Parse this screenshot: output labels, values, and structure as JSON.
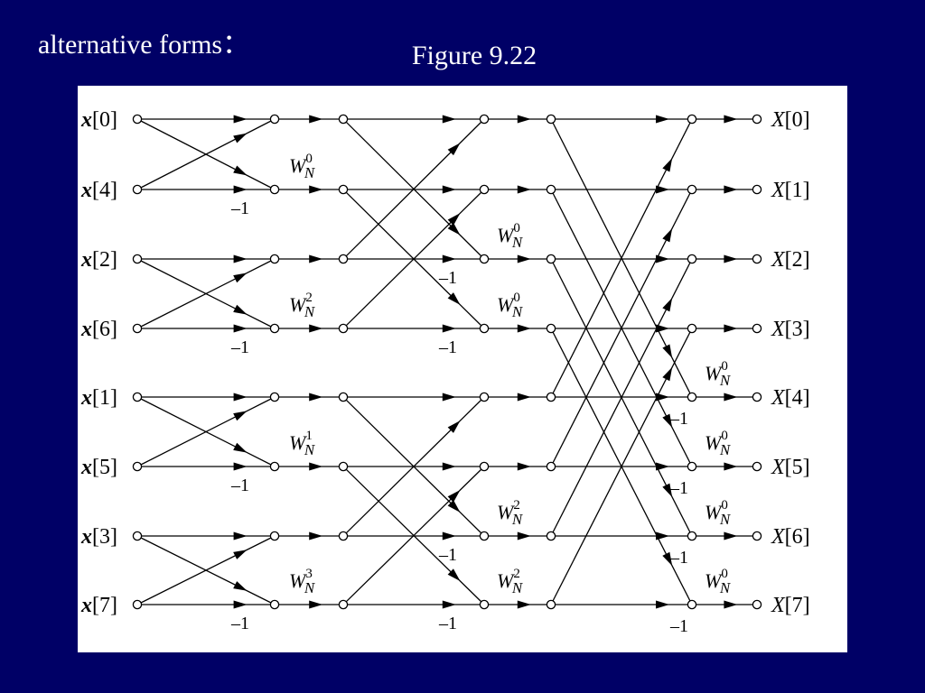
{
  "slide": {
    "heading": "alternative forms：",
    "caption": "Figure 9.22"
  },
  "diagram": {
    "inputs": [
      {
        "sym": "x",
        "idx": "[0]"
      },
      {
        "sym": "x",
        "idx": "[4]"
      },
      {
        "sym": "x",
        "idx": "[2]"
      },
      {
        "sym": "x",
        "idx": "[6]"
      },
      {
        "sym": "x",
        "idx": "[1]"
      },
      {
        "sym": "x",
        "idx": "[5]"
      },
      {
        "sym": "x",
        "idx": "[3]"
      },
      {
        "sym": "x",
        "idx": "[7]"
      }
    ],
    "outputs": [
      {
        "sym": "X",
        "idx": "[0]"
      },
      {
        "sym": "X",
        "idx": "[1]"
      },
      {
        "sym": "X",
        "idx": "[2]"
      },
      {
        "sym": "X",
        "idx": "[3]"
      },
      {
        "sym": "X",
        "idx": "[4]"
      },
      {
        "sym": "X",
        "idx": "[5]"
      },
      {
        "sym": "X",
        "idx": "[6]"
      },
      {
        "sym": "X",
        "idx": "[7]"
      }
    ],
    "twiddle_base": "W",
    "twiddle_subscript": "N",
    "minus_one": "–1",
    "stage1": {
      "twiddles": [
        {
          "row": 1,
          "exp": "0"
        },
        {
          "row": 3,
          "exp": "2"
        },
        {
          "row": 5,
          "exp": "1"
        },
        {
          "row": 7,
          "exp": "3"
        }
      ],
      "minus_rows": [
        1,
        3,
        5,
        7
      ]
    },
    "stage2": {
      "twiddles": [
        {
          "row": 2,
          "exp": "0"
        },
        {
          "row": 3,
          "exp": "0"
        },
        {
          "row": 6,
          "exp": "2"
        },
        {
          "row": 7,
          "exp": "2"
        }
      ],
      "minus_rows": [
        2,
        3,
        6,
        7
      ]
    },
    "stage3": {
      "twiddles": [
        {
          "row": 4,
          "exp": "0"
        },
        {
          "row": 5,
          "exp": "0"
        },
        {
          "row": 6,
          "exp": "0"
        },
        {
          "row": 7,
          "exp": "0"
        }
      ],
      "minus_rows": [
        4,
        5,
        6,
        7
      ]
    }
  }
}
